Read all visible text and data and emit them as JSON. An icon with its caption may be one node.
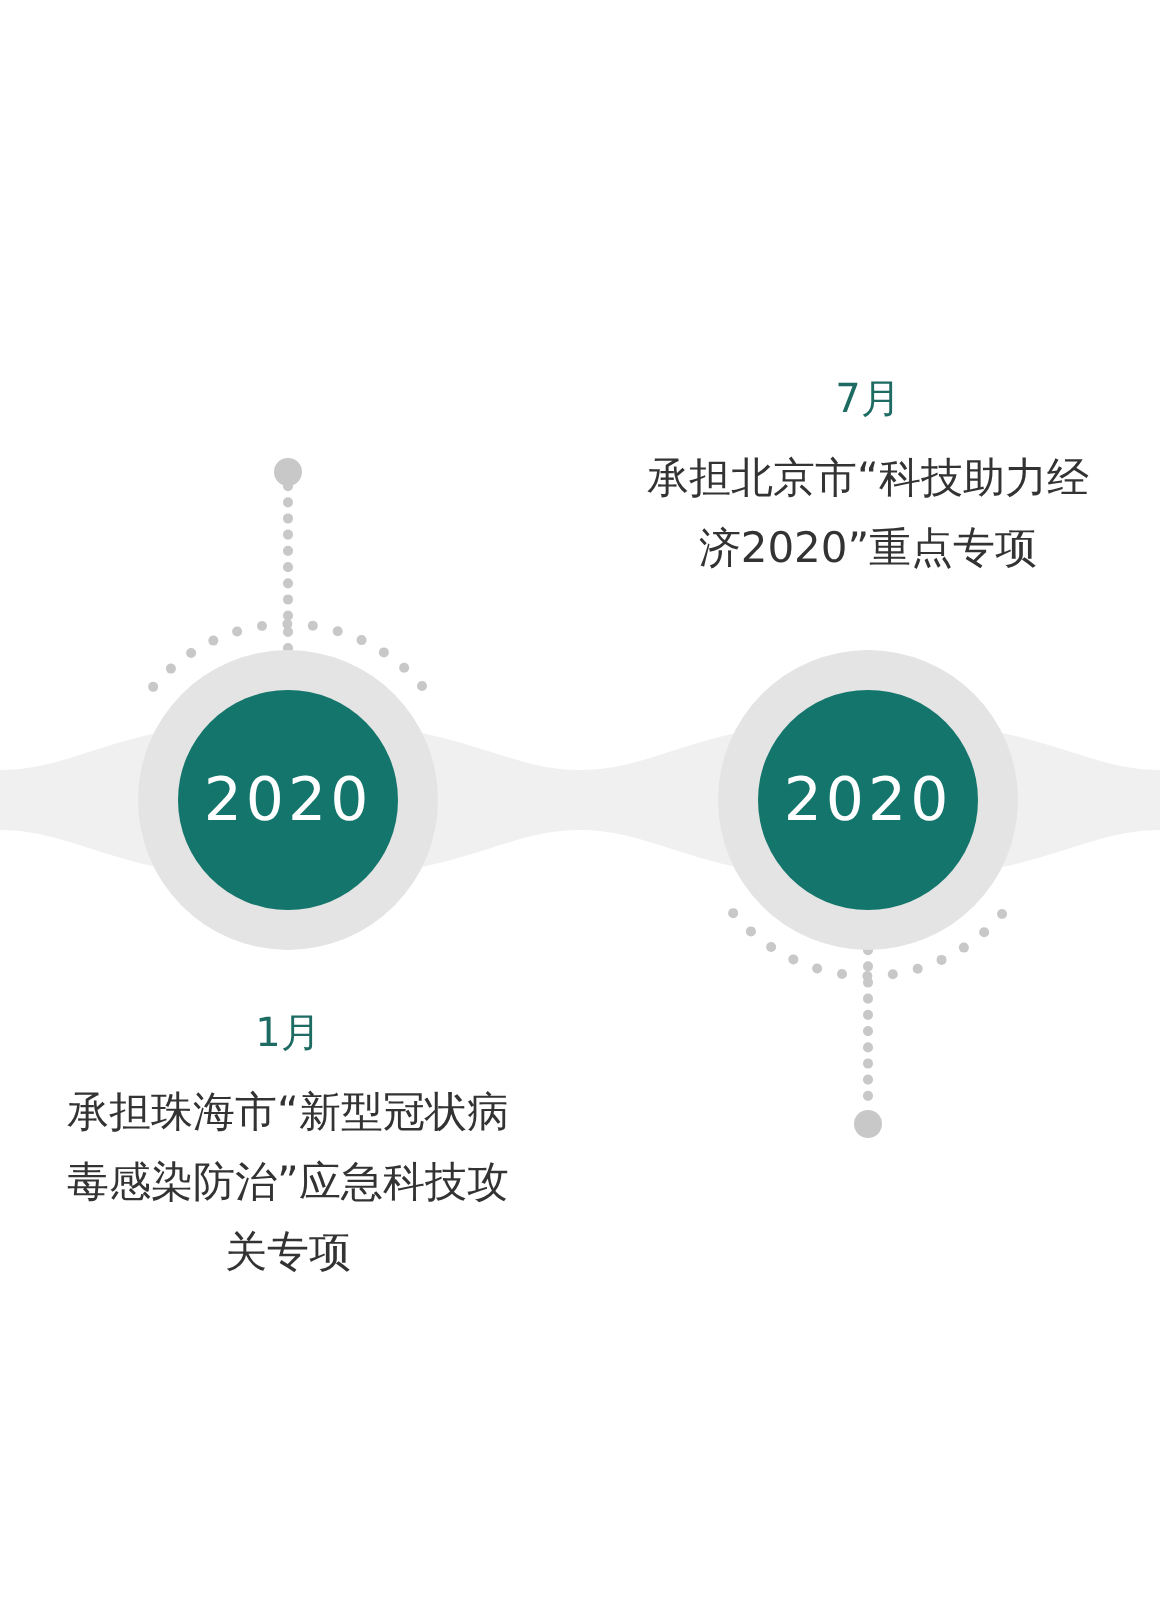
{
  "diagram": {
    "nodes": [
      {
        "text": [],
        "shape": "circle"
      },
      {
        "text": [
          "2020"
        ],
        "beside": [
          "1月",
          "承担珠海市“新型冠状病毒感染防治”应急科技攻关专项"
        ]
      },
      {
        "text": [
          "2020"
        ],
        "beside": [
          "7月",
          "承担北京市“科技助力经济2020”重点专项"
        ]
      },
      {
        "text": [],
        "shape": "circle"
      }
    ],
    "edges": [
      {
        "from": 0,
        "to": 1,
        "arrow": "none",
        "style": "dashed"
      },
      {
        "from": 2,
        "to": 3,
        "arrow": "none",
        "style": "dashed"
      }
    ]
  }
}
